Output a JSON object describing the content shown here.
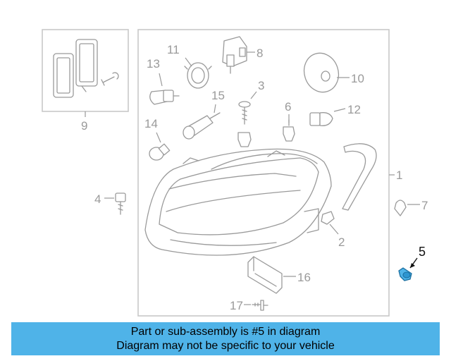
{
  "diagram": {
    "callouts": {
      "c1": "1",
      "c2": "2",
      "c3": "3",
      "c4": "4",
      "c5": "5",
      "c6": "6",
      "c7": "7",
      "c8": "8",
      "c9": "9",
      "c10": "10",
      "c11": "11",
      "c12": "12",
      "c13": "13",
      "c14": "14",
      "c15": "15",
      "c16": "16",
      "c17": "17"
    },
    "highlighted_part": "5",
    "highlight_color": "#4fb3e8",
    "line_color": "#9a9a9a"
  },
  "banner": {
    "line1": "Part or sub-assembly is #5 in diagram",
    "line2": "Diagram may not be specific to your vehicle",
    "background": "#4fb3e8"
  }
}
